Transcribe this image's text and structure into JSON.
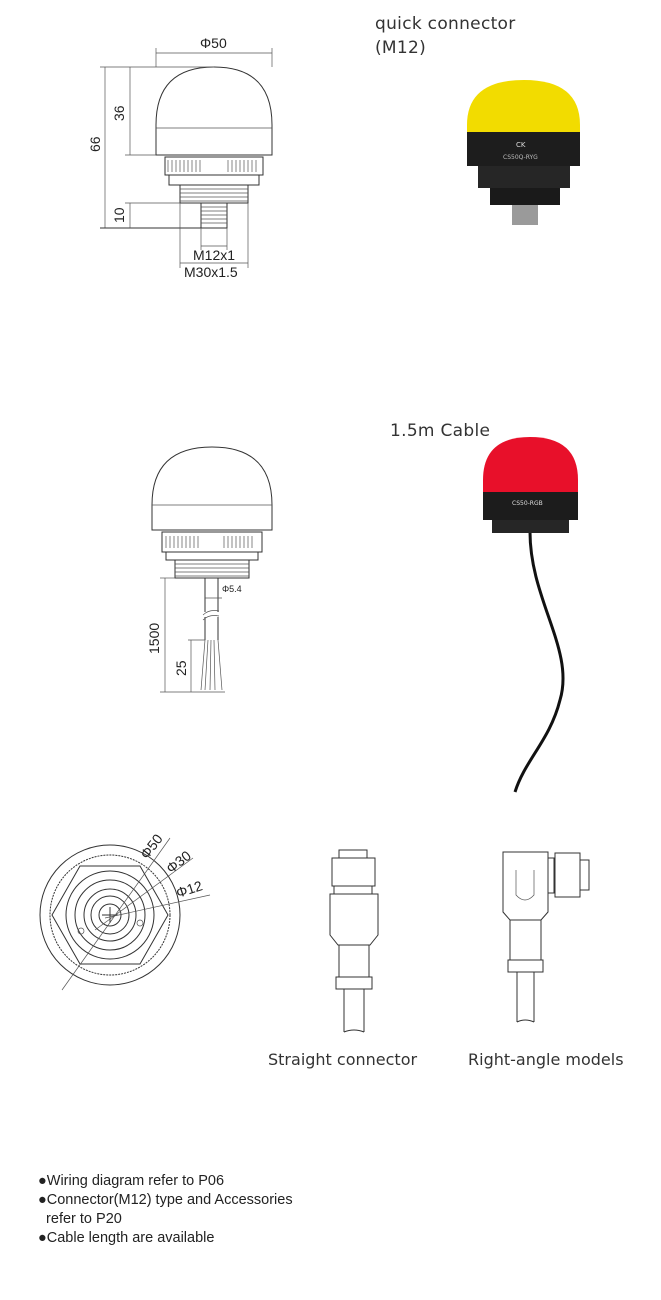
{
  "sections": {
    "quick_connector": {
      "title_line1": "quick connector",
      "title_line2": "(M12)"
    },
    "cable": {
      "title": "1.5m Cable"
    }
  },
  "dimensions_m12": {
    "diameter": "Φ50",
    "dome_height": "36",
    "total_height": "66",
    "connector_height": "10",
    "connector_thread": "M12x1",
    "body_thread": "M30x1.5"
  },
  "dimensions_cable": {
    "cable_diameter": "Φ5.4",
    "cable_length": "1500",
    "strip_length": "25"
  },
  "bottom_view": {
    "d_outer": "Φ50",
    "d_mid": "Φ30",
    "d_inner": "Φ12"
  },
  "products": {
    "yellow_label": "CS50Q-RYG",
    "red_label": "CS50-RGB",
    "brand": "CK",
    "yellow_color": "#f2dc00",
    "red_color": "#e8102a"
  },
  "connectors": {
    "straight_label": "Straight connector",
    "right_angle_label": "Right-angle models"
  },
  "notes": [
    "●Wiring diagram refer to P06",
    "●Connector(M12)  type and Accessories",
    "  refer to P20",
    "●Cable length are available"
  ]
}
